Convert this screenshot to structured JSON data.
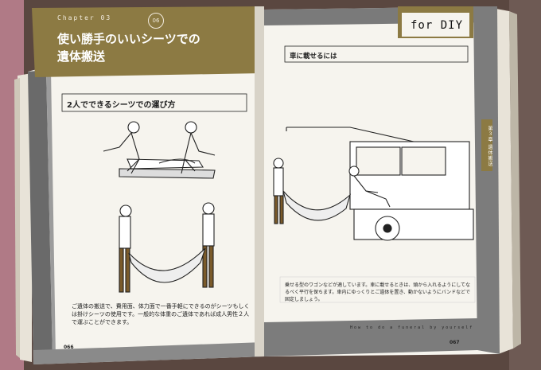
{
  "left_page": {
    "chapter_label": "Chapter 03",
    "chapter_number": "06",
    "title_line1": "使い勝手のいいシーツでの",
    "title_line2": "遺体搬送",
    "section_heading": "2人でできるシーツでの運び方",
    "body_text": "ご遺体の搬送で、費用面、体力面で一番手軽にできるのがシーツもしくは掛けシーツの使用です。一般的な体重のご遺体であれば成人男性２人で運ぶことができます。",
    "page_number": "066"
  },
  "right_page": {
    "header_label": "for DIY",
    "section_heading": "車に載せるには",
    "side_tab": "第３章 遺体搬送",
    "body_text": "乗せる型のワゴンなどが適しています。車に載せるときは、頭から入れるようにしてなるべく平行を保ちます。車内にゆっくりとご遺体を置き、動かないようにバンドなどで固定しましょう。",
    "footer_text": "How to do a funeral by yourself",
    "page_number": "067"
  },
  "colors": {
    "banner": "#8c7a43",
    "page": "#f6f4ee",
    "ink": "#222222",
    "background": "#5a4740"
  }
}
